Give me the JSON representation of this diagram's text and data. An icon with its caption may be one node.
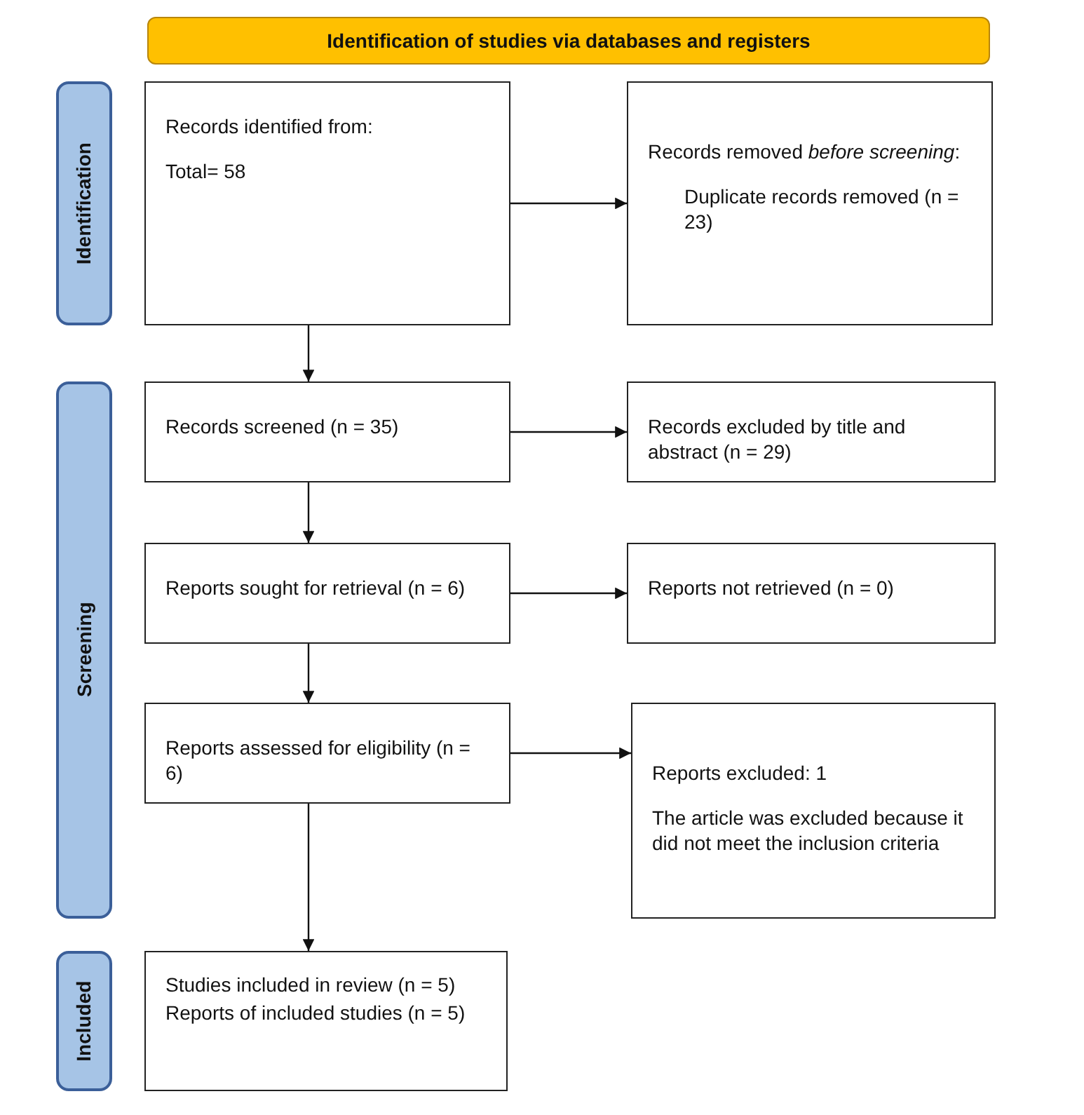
{
  "diagram": {
    "nodes": [
      {
        "text": [
          "Identification of studies via databases and registers"
        ]
      },
      {
        "text": [
          "Identification"
        ]
      },
      {
        "text": [
          "Records identified from:",
          "Total= 58"
        ]
      },
      {
        "text": [
          "Records removed *before screening*:",
          "Duplicate records removed (n = 23)"
        ]
      },
      {
        "text": [
          "Screening"
        ]
      },
      {
        "text": [
          "Records screened (n = 35)"
        ]
      },
      {
        "text": [
          "Records excluded by title and abstract (n = 29)"
        ]
      },
      {
        "text": [
          "Reports sought for retrieval (n = 6)"
        ]
      },
      {
        "text": [
          "Reports not retrieved (n = 0)"
        ]
      },
      {
        "text": [
          "Reports assessed for eligibility (n = 6)"
        ]
      },
      {
        "text": [
          "Reports excluded: 1",
          "The article was excluded because it did not meet the inclusion criteria"
        ]
      },
      {
        "text": [
          "Included"
        ]
      },
      {
        "text": [
          "Studies included in review (n = 5)",
          "Reports of included studies (n = 5)"
        ]
      }
    ],
    "edges": [
      {
        "from": 2,
        "to": 3,
        "arrow": "to"
      },
      {
        "from": 2,
        "to": 5,
        "arrow": "to"
      },
      {
        "from": 5,
        "to": 6,
        "arrow": "to"
      },
      {
        "from": 5,
        "to": 7,
        "arrow": "to"
      },
      {
        "from": 7,
        "to": 8,
        "arrow": "to"
      },
      {
        "from": 7,
        "to": 9,
        "arrow": "to"
      },
      {
        "from": 9,
        "to": 10,
        "arrow": "to"
      },
      {
        "from": 9,
        "to": 12,
        "arrow": "to"
      }
    ]
  }
}
